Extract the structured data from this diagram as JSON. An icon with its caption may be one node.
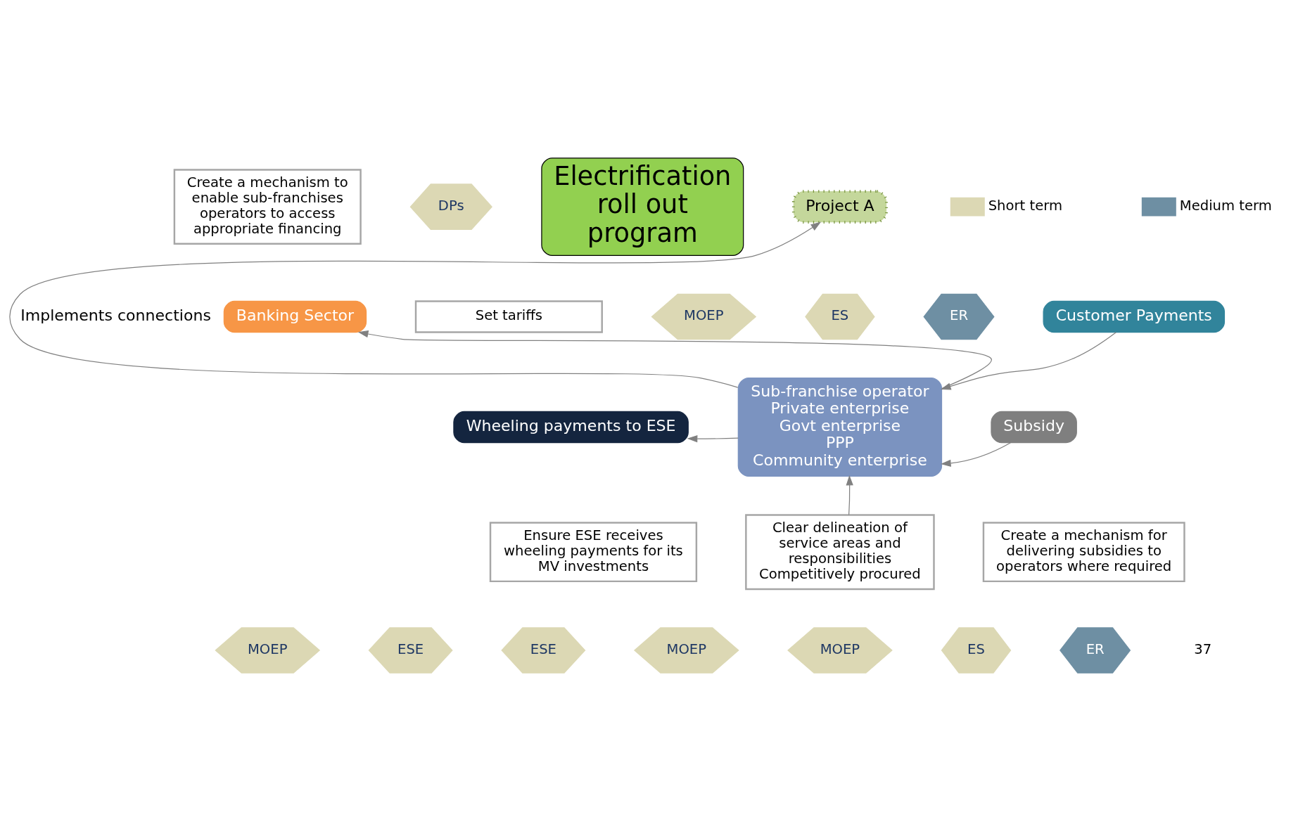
{
  "diagram": {
    "nodes": [
      {
        "text": [
          "Electrification roll out program"
        ]
      },
      {
        "text": [
          "Project A"
        ]
      },
      {
        "text": [
          "Create a mechanism to enable sub-franchises operators to access appropriate financing"
        ]
      },
      {
        "text": [
          "DPs"
        ]
      },
      {
        "text": [
          "Set tariffs"
        ]
      },
      {
        "text": [
          "MOEP"
        ]
      },
      {
        "text": [
          "ES"
        ]
      },
      {
        "text": [
          "ER"
        ]
      },
      {
        "text": [
          "Banking Sector"
        ]
      },
      {
        "text": [
          "Sub-franchise operator",
          "Private enterprise",
          "Govt enterprise",
          "PPP",
          "Community enterprise"
        ]
      },
      {
        "text": [
          "Customer Payments"
        ]
      },
      {
        "text": [
          "Wheeling payments to ESE"
        ]
      },
      {
        "text": [
          "Subsidy"
        ]
      },
      {
        "text": [
          "Ensure ESE receives wheeling payments for its MV investments"
        ]
      },
      {
        "text": [
          "MOEP"
        ]
      },
      {
        "text": [
          "ESE"
        ]
      },
      {
        "text": [
          "Clear delineation of service areas and responsibilities",
          "Competitively procured"
        ]
      },
      {
        "text": [
          "ESE"
        ]
      },
      {
        "text": [
          "MOEP"
        ]
      },
      {
        "text": [
          "Create a mechanism for delivering subsidies to operators where required"
        ]
      },
      {
        "text": [
          "MOEP"
        ]
      },
      {
        "text": [
          "ES"
        ]
      },
      {
        "text": [
          "ER"
        ]
      }
    ],
    "edges": [
      {
        "from": 9,
        "to": 8,
        "arrow": "to"
      },
      {
        "from": 9,
        "to": 11,
        "arrow": "to"
      },
      {
        "from": 9,
        "to": 1,
        "arrow": "to",
        "label": "Implements connections"
      },
      {
        "from": 10,
        "to": 9,
        "arrow": "to"
      },
      {
        "from": 12,
        "to": 9,
        "arrow": "to"
      },
      {
        "from": 16,
        "to": 9,
        "arrow": "to"
      }
    ],
    "labels": [
      "37"
    ],
    "legend": [
      {
        "text": "Short term",
        "color": "#dcd8b4"
      },
      {
        "text": "Medium term",
        "color": "#6e8fa3"
      }
    ]
  }
}
